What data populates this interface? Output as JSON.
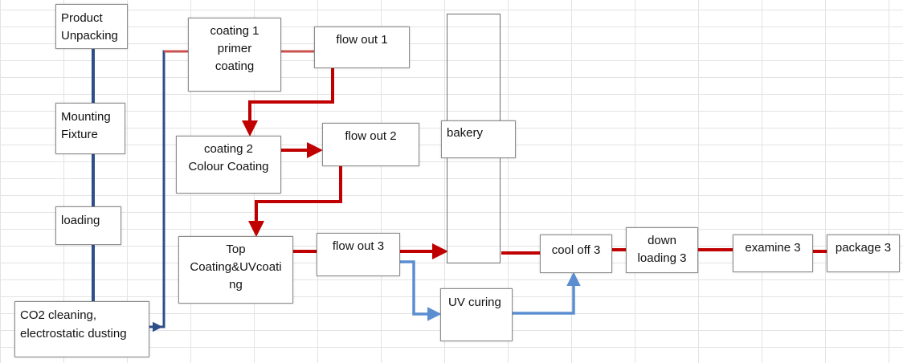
{
  "colors": {
    "red": "#c00000",
    "blue_dark": "#2e4e8a",
    "blue_light": "#5b8ed1",
    "grid": "#e3e3e3"
  },
  "nodes": {
    "product_unpacking": "Product\nUnpacking",
    "mounting_fixture": "Mounting\nFixture",
    "loading": "loading",
    "co2_cleaning": "CO2 cleaning,\nelectrostatic dusting",
    "coating_1": "coating 1\nprimer\ncoating",
    "flow_out_1": "flow out 1",
    "coating_2": "coating 2\nColour Coating",
    "flow_out_2": "flow out 2",
    "top_coating": "Top\nCoating&UVcoati\nng",
    "flow_out_3": "flow out 3",
    "bakery": "bakery",
    "uv_curing": "UV curing",
    "cool_off_3": "cool off 3",
    "down_loading_3": "down\nloading 3",
    "examine_3": "examine 3",
    "package_3": "package 3"
  }
}
